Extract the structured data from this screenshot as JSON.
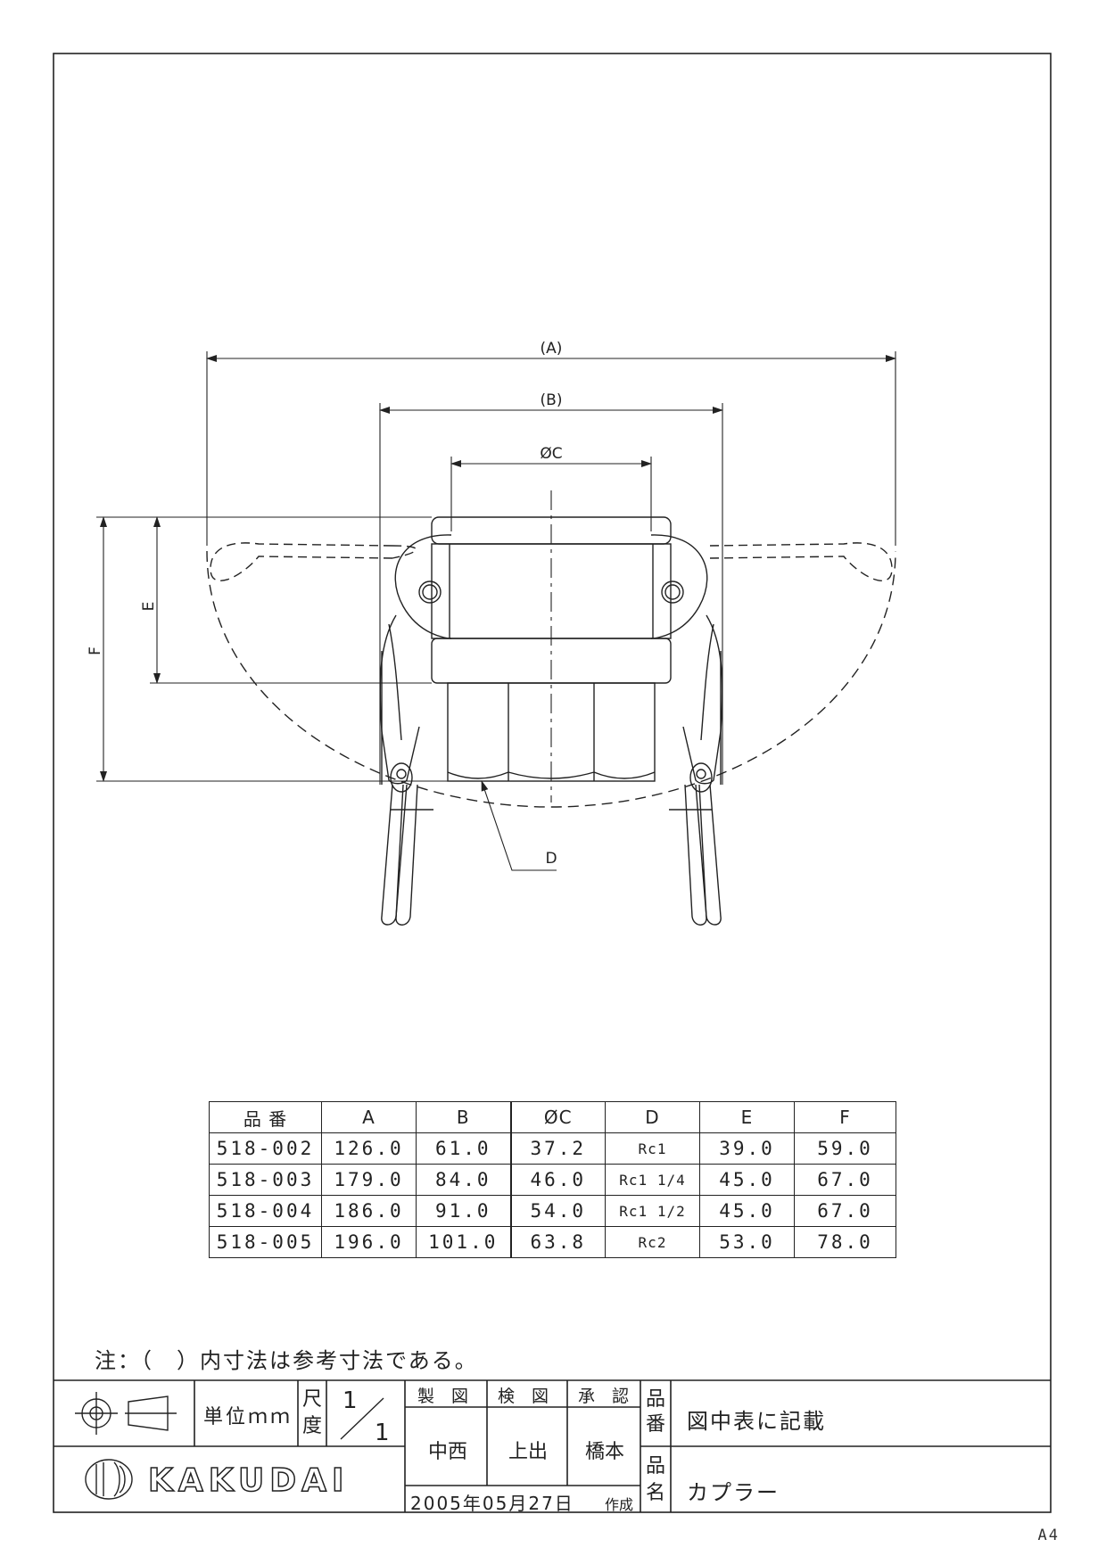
{
  "drawing": {
    "dim_labels": {
      "a": "(A)",
      "b": "(B)",
      "c": "ØC",
      "d": "D",
      "e": "E",
      "f": "F"
    }
  },
  "table": {
    "headers": [
      "品 番",
      "A",
      "B",
      "ØC",
      "D",
      "E",
      "F"
    ],
    "rows": [
      [
        "518-002",
        "126.0",
        "61.0",
        "37.2",
        "Rc1",
        "39.0",
        "59.0"
      ],
      [
        "518-003",
        "179.0",
        "84.0",
        "46.0",
        "Rc1 1/4",
        "45.0",
        "67.0"
      ],
      [
        "518-004",
        "186.0",
        "91.0",
        "54.0",
        "Rc1 1/2",
        "45.0",
        "67.0"
      ],
      [
        "518-005",
        "196.0",
        "101.0",
        "63.8",
        "Rc2",
        "53.0",
        "78.0"
      ]
    ]
  },
  "note": "注：（　）内寸法は参考寸法である。",
  "title_block": {
    "unit": "単位ｍｍ",
    "scale_label": [
      "尺",
      "度"
    ],
    "scale_num": "1",
    "scale_den": "1",
    "roles": [
      "製　図",
      "検　図",
      "承　認"
    ],
    "names": [
      "中西",
      "上出",
      "橋本"
    ],
    "date": "2005年05月27日",
    "created": "作成",
    "part_no_label": [
      "品",
      "番"
    ],
    "part_no_value": "図中表に記載",
    "part_name_label": [
      "品",
      "名"
    ],
    "part_name_value": "カプラー",
    "company": "KAKUDAI"
  },
  "sheet_size": "A4"
}
